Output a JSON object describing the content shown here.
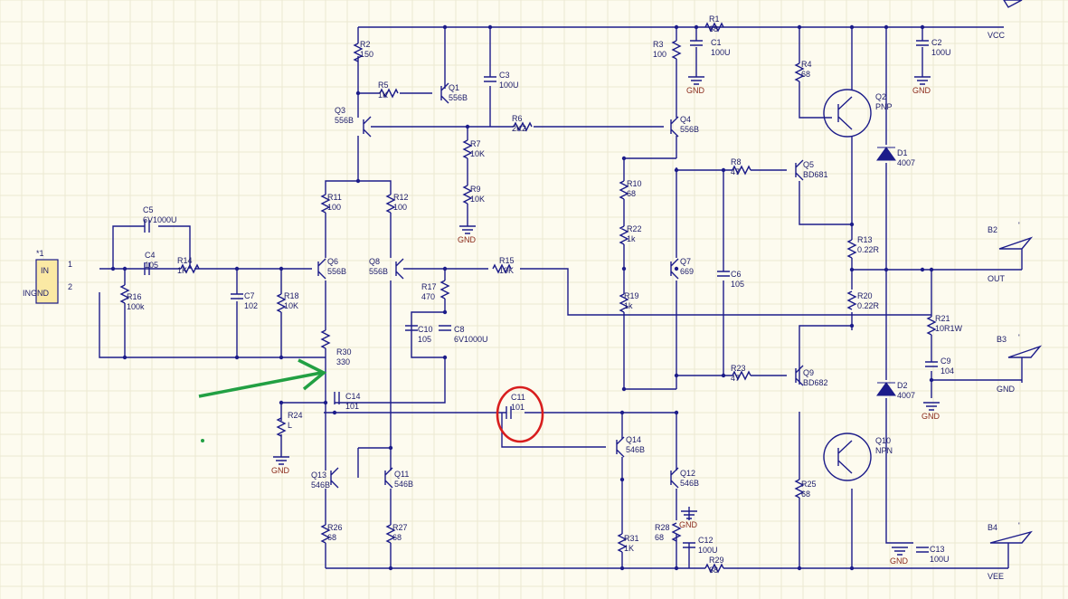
{
  "components": [
    {
      "id": "R2",
      "ref": "R2",
      "value": "150"
    },
    {
      "id": "R5",
      "ref": "R5",
      "value": "1K"
    },
    {
      "id": "Q1",
      "ref": "Q1",
      "value": "556B"
    },
    {
      "id": "C3",
      "ref": "C3",
      "value": "100U"
    },
    {
      "id": "Q3",
      "ref": "Q3",
      "value": "556B"
    },
    {
      "id": "R6",
      "ref": "R6",
      "value": "2K2"
    },
    {
      "id": "R7",
      "ref": "R7",
      "value": "10K"
    },
    {
      "id": "R9",
      "ref": "R9",
      "value": "10K"
    },
    {
      "id": "R3",
      "ref": "R3",
      "value": "100"
    },
    {
      "id": "C1",
      "ref": "C1",
      "value": "100U"
    },
    {
      "id": "R1",
      "ref": "R1",
      "value": "68"
    },
    {
      "id": "C2",
      "ref": "C2",
      "value": "100U"
    },
    {
      "id": "R4",
      "ref": "R4",
      "value": "68"
    },
    {
      "id": "Q2",
      "ref": "Q2",
      "value": "PNP"
    },
    {
      "id": "D1",
      "ref": "D1",
      "value": "4007"
    },
    {
      "id": "Q4",
      "ref": "Q4",
      "value": "556B"
    },
    {
      "id": "R8",
      "ref": "R8",
      "value": "47"
    },
    {
      "id": "Q5",
      "ref": "Q5",
      "value": "BD681"
    },
    {
      "id": "R10",
      "ref": "R10",
      "value": "68"
    },
    {
      "id": "R22",
      "ref": "R22",
      "value": "1k"
    },
    {
      "id": "R11",
      "ref": "R11",
      "value": "100"
    },
    {
      "id": "R12",
      "ref": "R12",
      "value": "100"
    },
    {
      "id": "C5",
      "ref": "C5",
      "value": "6V1000U"
    },
    {
      "id": "C4",
      "ref": "C4",
      "value": "105"
    },
    {
      "id": "R14",
      "ref": "R14",
      "value": "1K"
    },
    {
      "id": "Q6",
      "ref": "Q6",
      "value": "556B"
    },
    {
      "id": "Q8",
      "ref": "Q8",
      "value": "556B"
    },
    {
      "id": "R15",
      "ref": "R15",
      "value": "10K"
    },
    {
      "id": "Q7",
      "ref": "Q7",
      "value": "669"
    },
    {
      "id": "C6",
      "ref": "C6",
      "value": "105"
    },
    {
      "id": "R13",
      "ref": "R13",
      "value": "0.22R"
    },
    {
      "id": "R16",
      "ref": "R16",
      "value": "100k"
    },
    {
      "id": "C7",
      "ref": "C7",
      "value": "102"
    },
    {
      "id": "R18",
      "ref": "R18",
      "value": "10K"
    },
    {
      "id": "R17",
      "ref": "R17",
      "value": "470"
    },
    {
      "id": "C10",
      "ref": "C10",
      "value": "105"
    },
    {
      "id": "C8",
      "ref": "C8",
      "value": "6V1000U"
    },
    {
      "id": "R19",
      "ref": "R19",
      "value": "1k"
    },
    {
      "id": "R20",
      "ref": "R20",
      "value": "0.22R"
    },
    {
      "id": "R21",
      "ref": "R21",
      "value": "10R1W"
    },
    {
      "id": "R30",
      "ref": "R30",
      "value": "330"
    },
    {
      "id": "C14",
      "ref": "C14",
      "value": "101"
    },
    {
      "id": "C11",
      "ref": "C11",
      "value": "101"
    },
    {
      "id": "R23",
      "ref": "R23",
      "value": "47"
    },
    {
      "id": "Q9",
      "ref": "Q9",
      "value": "BD682"
    },
    {
      "id": "C9",
      "ref": "C9",
      "value": "104"
    },
    {
      "id": "D2",
      "ref": "D2",
      "value": "4007"
    },
    {
      "id": "R24",
      "ref": "R24",
      "value": "L"
    },
    {
      "id": "Q14",
      "ref": "Q14",
      "value": "546B"
    },
    {
      "id": "Q10",
      "ref": "Q10",
      "value": "NPN"
    },
    {
      "id": "Q13",
      "ref": "Q13",
      "value": "546B"
    },
    {
      "id": "Q11",
      "ref": "Q11",
      "value": "546B"
    },
    {
      "id": "Q12",
      "ref": "Q12",
      "value": "546B"
    },
    {
      "id": "R25",
      "ref": "R25",
      "value": "68"
    },
    {
      "id": "R26",
      "ref": "R26",
      "value": "68"
    },
    {
      "id": "R27",
      "ref": "R27",
      "value": "68"
    },
    {
      "id": "R31",
      "ref": "R31",
      "value": "1K"
    },
    {
      "id": "R28",
      "ref": "R28",
      "value": "68"
    },
    {
      "id": "C12",
      "ref": "C12",
      "value": "100U"
    },
    {
      "id": "R29",
      "ref": "R29",
      "value": "68"
    },
    {
      "id": "C13",
      "ref": "C13",
      "value": "100U"
    }
  ],
  "nets": {
    "vcc": "VCC",
    "vee": "VEE",
    "out": "OUT",
    "gnd": "GND"
  },
  "connector": {
    "ref": "*1",
    "pin1": "IN",
    "pin2": "INGND",
    "num1": "1",
    "num2": "2"
  },
  "speakers": [
    "B2",
    "B3",
    "B4"
  ],
  "speaker_mark": "'",
  "annotations": {
    "arrow_color": "#22a043",
    "circle_color": "#d81e1e"
  }
}
